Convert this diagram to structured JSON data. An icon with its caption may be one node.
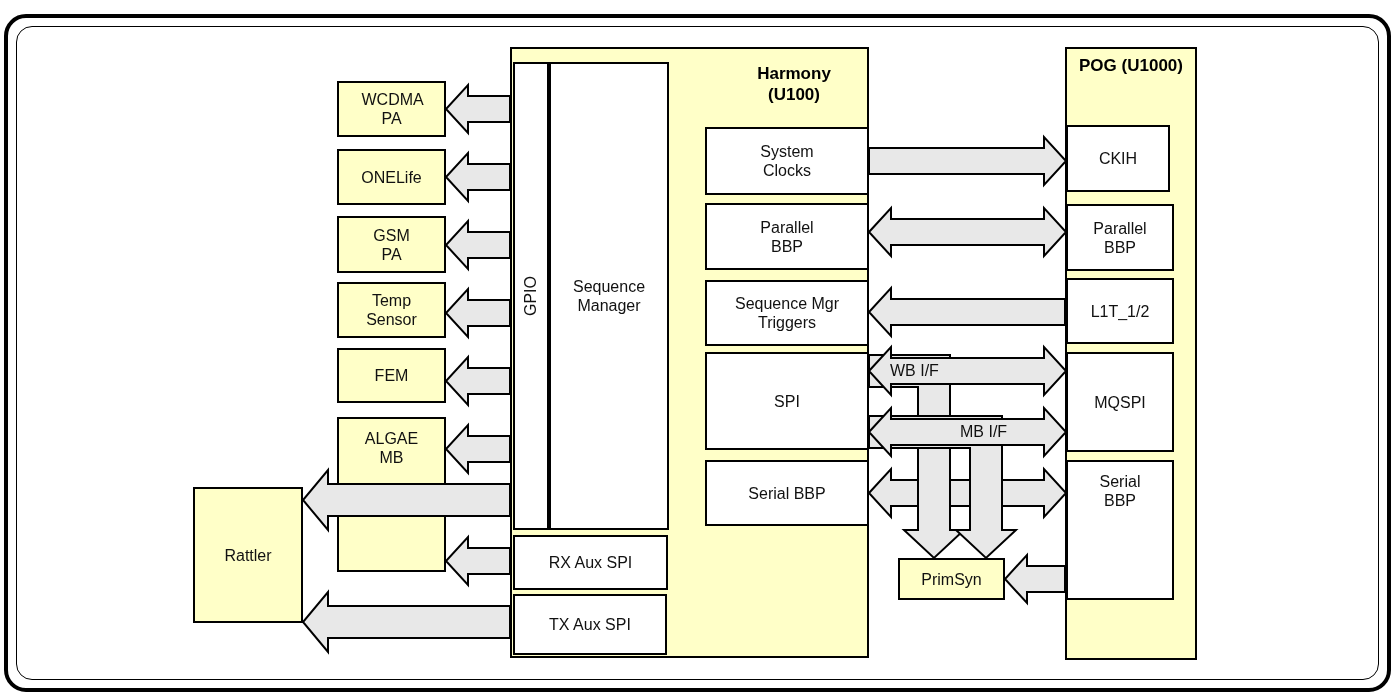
{
  "diagram": {
    "nodes": [
      {
        "text": [
          "Harmony (U100)"
        ]
      },
      {
        "text": [
          "GPIO"
        ],
        "in": 0
      },
      {
        "text": [
          "Sequence Manager"
        ],
        "in": 0
      },
      {
        "text": [
          "RX Aux SPI"
        ],
        "in": 0
      },
      {
        "text": [
          "TX Aux SPI"
        ],
        "in": 0
      },
      {
        "text": [
          "System Clocks"
        ],
        "in": 0
      },
      {
        "text": [
          "Parallel BBP"
        ],
        "in": 0
      },
      {
        "text": [
          "Sequence Mgr Triggers"
        ],
        "in": 0
      },
      {
        "text": [
          "SPI"
        ],
        "in": 0
      },
      {
        "text": [
          "Serial BBP"
        ],
        "in": 0
      },
      {
        "text": [
          "POG (U1000)"
        ]
      },
      {
        "text": [
          "CKIH"
        ],
        "in": 10
      },
      {
        "text": [
          "Parallel BBP"
        ],
        "in": 10
      },
      {
        "text": [
          "L1T_1/2"
        ],
        "in": 10
      },
      {
        "text": [
          "MQSPI"
        ],
        "in": 10
      },
      {
        "text": [
          "Serial BBP"
        ],
        "in": 10
      },
      {
        "text": [
          "PrimSyn"
        ]
      },
      {
        "text": [
          "WCDMA PA"
        ]
      },
      {
        "text": [
          "ONELife"
        ]
      },
      {
        "text": [
          "GSM PA"
        ]
      },
      {
        "text": [
          "Temp Sensor"
        ]
      },
      {
        "text": [
          "FEM"
        ]
      },
      {
        "text": [
          "ALGAE MB"
        ]
      },
      {
        "text": [
          "Rattler"
        ]
      }
    ],
    "edges": [
      {
        "from": 1,
        "to": 17,
        "arrow": "to"
      },
      {
        "from": 1,
        "to": 18,
        "arrow": "to"
      },
      {
        "from": 1,
        "to": 19,
        "arrow": "to"
      },
      {
        "from": 1,
        "to": 20,
        "arrow": "to"
      },
      {
        "from": 1,
        "to": 21,
        "arrow": "to"
      },
      {
        "from": 1,
        "to": 22,
        "arrow": "to"
      },
      {
        "from": 1,
        "to": 23,
        "arrow": "to"
      },
      {
        "from": 3,
        "to": 22,
        "arrow": "to"
      },
      {
        "from": 4,
        "to": 23,
        "arrow": "to"
      },
      {
        "from": 5,
        "to": 11,
        "arrow": "to"
      },
      {
        "from": 6,
        "to": 12,
        "arrow": "both"
      },
      {
        "from": 13,
        "to": 7,
        "arrow": "to"
      },
      {
        "from": 8,
        "to": 14,
        "arrow": "both",
        "label": "WB I/F"
      },
      {
        "from": 8,
        "to": 14,
        "arrow": "both",
        "label": "MB I/F"
      },
      {
        "from": 9,
        "to": 15,
        "arrow": "both"
      },
      {
        "from": 8,
        "to": 16,
        "arrow": "to"
      },
      {
        "from": 8,
        "to": 16,
        "arrow": "to"
      },
      {
        "from": 15,
        "to": 16,
        "arrow": "to"
      }
    ]
  }
}
